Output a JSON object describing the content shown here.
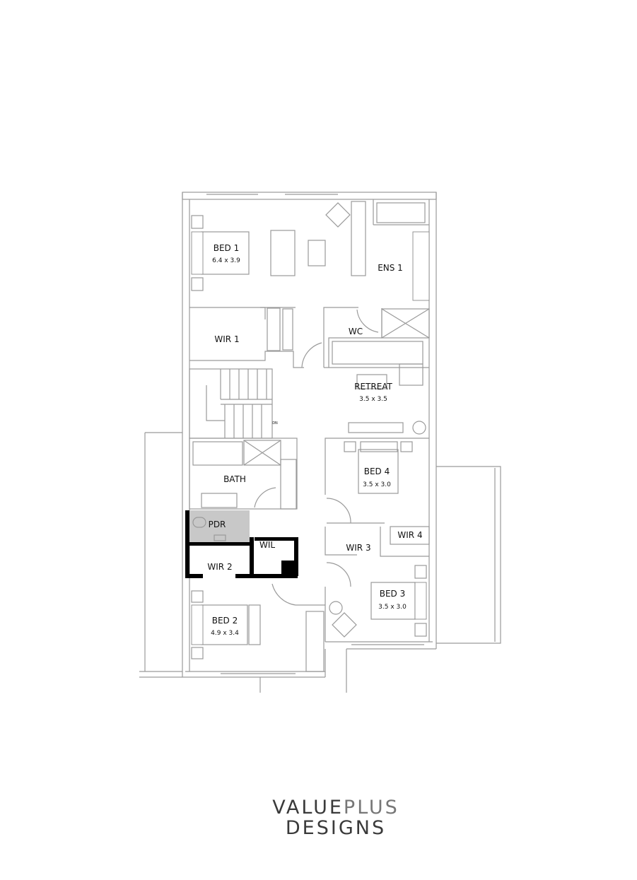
{
  "plan": {
    "rooms": [
      {
        "id": "bed1",
        "name": "BED 1",
        "size": "6.4 x 3.9"
      },
      {
        "id": "ens1",
        "name": "ENS 1"
      },
      {
        "id": "wc",
        "name": "WC"
      },
      {
        "id": "wir1",
        "name": "WIR 1"
      },
      {
        "id": "retreat",
        "name": "RETREAT",
        "size": "3.5 x 3.5"
      },
      {
        "id": "stair",
        "name": "DN"
      },
      {
        "id": "bath",
        "name": "BATH"
      },
      {
        "id": "bed4",
        "name": "BED 4",
        "size": "3.5 x 3.0"
      },
      {
        "id": "pdr",
        "name": "PDR"
      },
      {
        "id": "wil",
        "name": "WIL"
      },
      {
        "id": "wir4",
        "name": "WIR 4"
      },
      {
        "id": "wir3",
        "name": "WIR 3"
      },
      {
        "id": "wir2",
        "name": "WIR 2"
      },
      {
        "id": "bed3",
        "name": "BED 3",
        "size": "3.5 x 3.0"
      },
      {
        "id": "bed2",
        "name": "BED 2",
        "size": "4.9 x 3.4"
      }
    ],
    "colors": {
      "walls": "#9a9a9a",
      "solid_walls": "#000000",
      "pdr_fill": "#c8c8c8"
    }
  },
  "logo": {
    "line1_bold": "VALUE",
    "line1_light": "PLUS",
    "line2": "DESIGNS",
    "color_dark": "#3a3a3a",
    "color_light": "#6a6a6a"
  }
}
